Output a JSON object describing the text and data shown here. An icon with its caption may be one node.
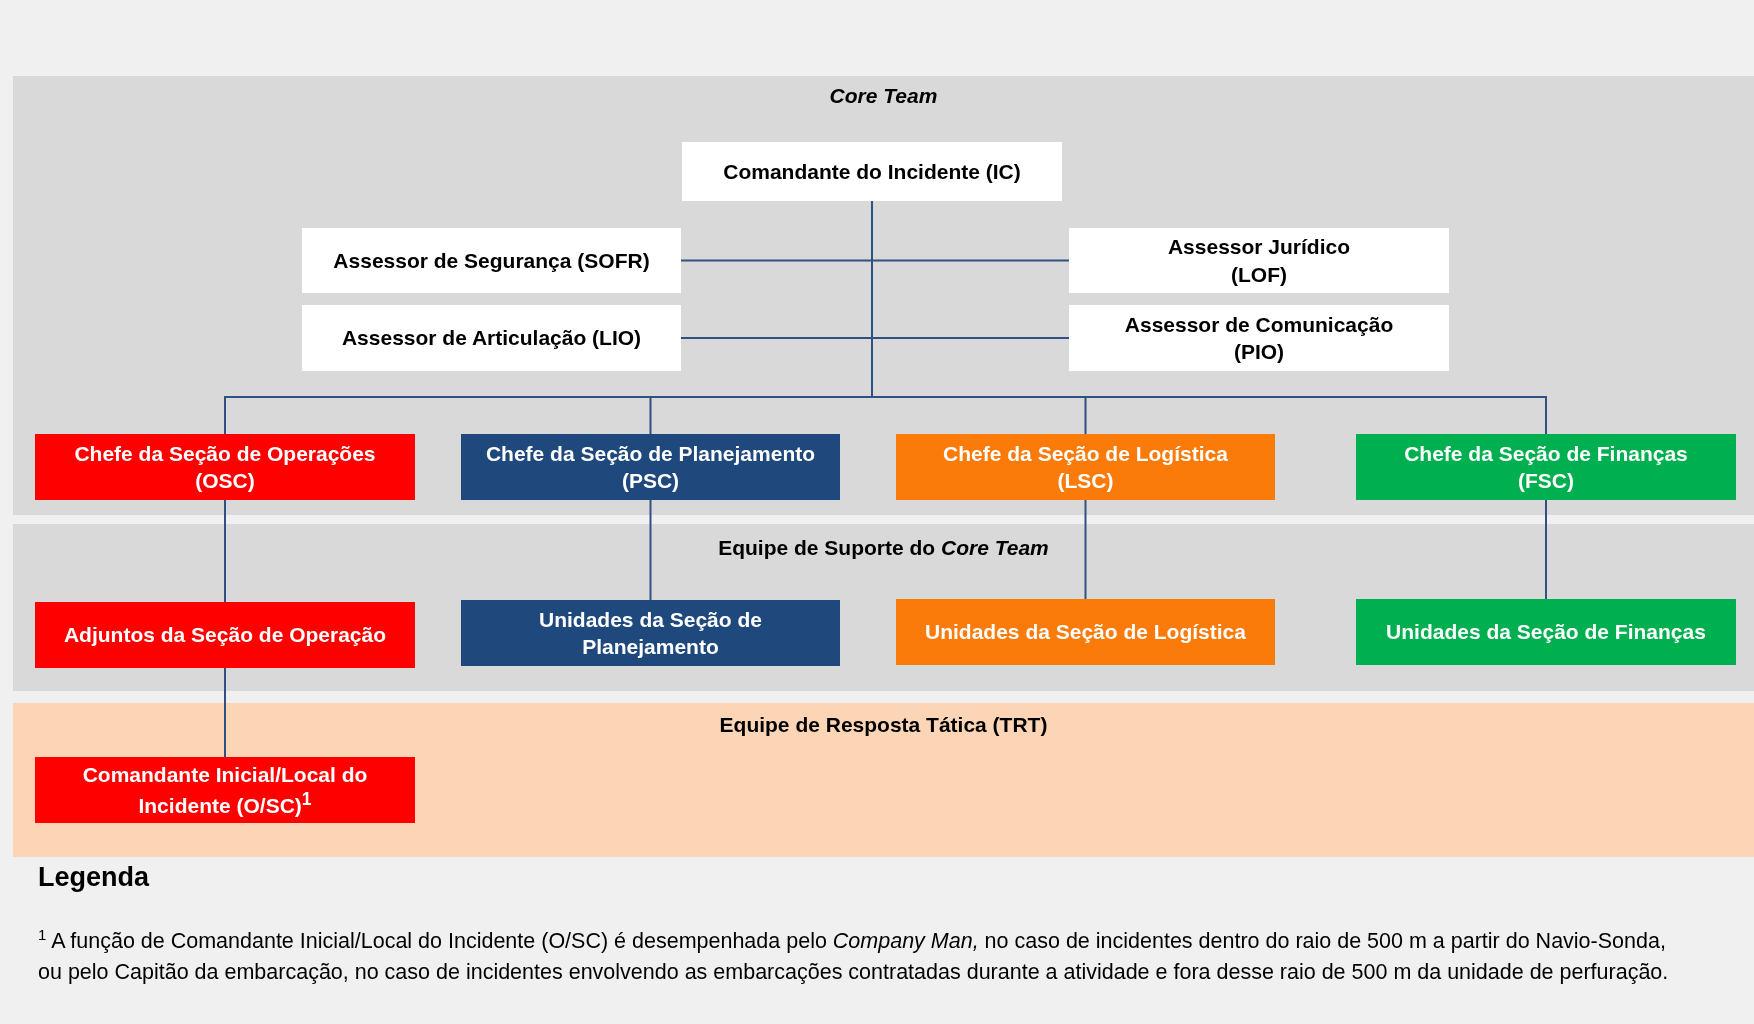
{
  "diagram": {
    "nodes": [
      {
        "text": [
          "Core Team"
        ]
      },
      {
        "text": [
          "Comandante do Incidente (IC)"
        ],
        "in": 0
      },
      {
        "text": [
          "Assessor de Segurança (SOFR)"
        ],
        "in": 0
      },
      {
        "text": [
          "Assessor Jurídico (LOF)"
        ],
        "in": 0
      },
      {
        "text": [
          "Assessor de Articulação (LIO)"
        ],
        "in": 0
      },
      {
        "text": [
          "Assessor de Comunicação (PIO)"
        ],
        "in": 0
      },
      {
        "text": [
          "Chefe da Seção de Operações (OSC)"
        ],
        "in": 0
      },
      {
        "text": [
          "Chefe da Seção de Planejamento (PSC)"
        ],
        "in": 0
      },
      {
        "text": [
          "Chefe da Seção de Logística (LSC)"
        ],
        "in": 0
      },
      {
        "text": [
          "Chefe da Seção de Finanças (FSC)"
        ],
        "in": 0
      },
      {
        "text": [
          "Equipe de Suporte do *Core Team*"
        ]
      },
      {
        "text": [
          "Adjuntos da Seção de Operação"
        ],
        "in": 10
      },
      {
        "text": [
          "Unidades da Seção de Planejamento"
        ],
        "in": 10
      },
      {
        "text": [
          "Unidades da Seção de Logística"
        ],
        "in": 10
      },
      {
        "text": [
          "Unidades da Seção de Finanças"
        ],
        "in": 10
      },
      {
        "text": [
          "Equipe de Resposta Tática (TRT)"
        ]
      },
      {
        "text": [
          "Comandante Inicial/Local do Incidente (O/SC)$^{1}$"
        ],
        "in": 15
      }
    ],
    "edges": [
      {
        "from": 1,
        "to": 2,
        "arrow": "none"
      },
      {
        "from": 1,
        "to": 3,
        "arrow": "none"
      },
      {
        "from": 1,
        "to": 4,
        "arrow": "none"
      },
      {
        "from": 1,
        "to": 5,
        "arrow": "none"
      },
      {
        "from": 1,
        "to": 6,
        "arrow": "none"
      },
      {
        "from": 1,
        "to": 7,
        "arrow": "none"
      },
      {
        "from": 1,
        "to": 8,
        "arrow": "none"
      },
      {
        "from": 1,
        "to": 9,
        "arrow": "none"
      },
      {
        "from": 6,
        "to": 11,
        "arrow": "none"
      },
      {
        "from": 11,
        "to": 16,
        "arrow": "none"
      },
      {
        "from": 7,
        "to": 12,
        "arrow": "none"
      },
      {
        "from": 8,
        "to": 13,
        "arrow": "none"
      },
      {
        "from": 9,
        "to": 14,
        "arrow": "none"
      }
    ],
    "labels": [
      "Legenda",
      "$^{1}$ A função de Comandante Inicial/Local do Incidente (O/SC)  é desempenhada pelo *Company Man,* no caso de incidentes dentro do raio de 500 m a partir do Navio-Sonda, ou pelo Capitão da embarcação, no caso de incidentes envolvendo as embarcações contratadas durante a atividade e fora desse raio de 500 m da unidade de perfuração."
    ]
  }
}
